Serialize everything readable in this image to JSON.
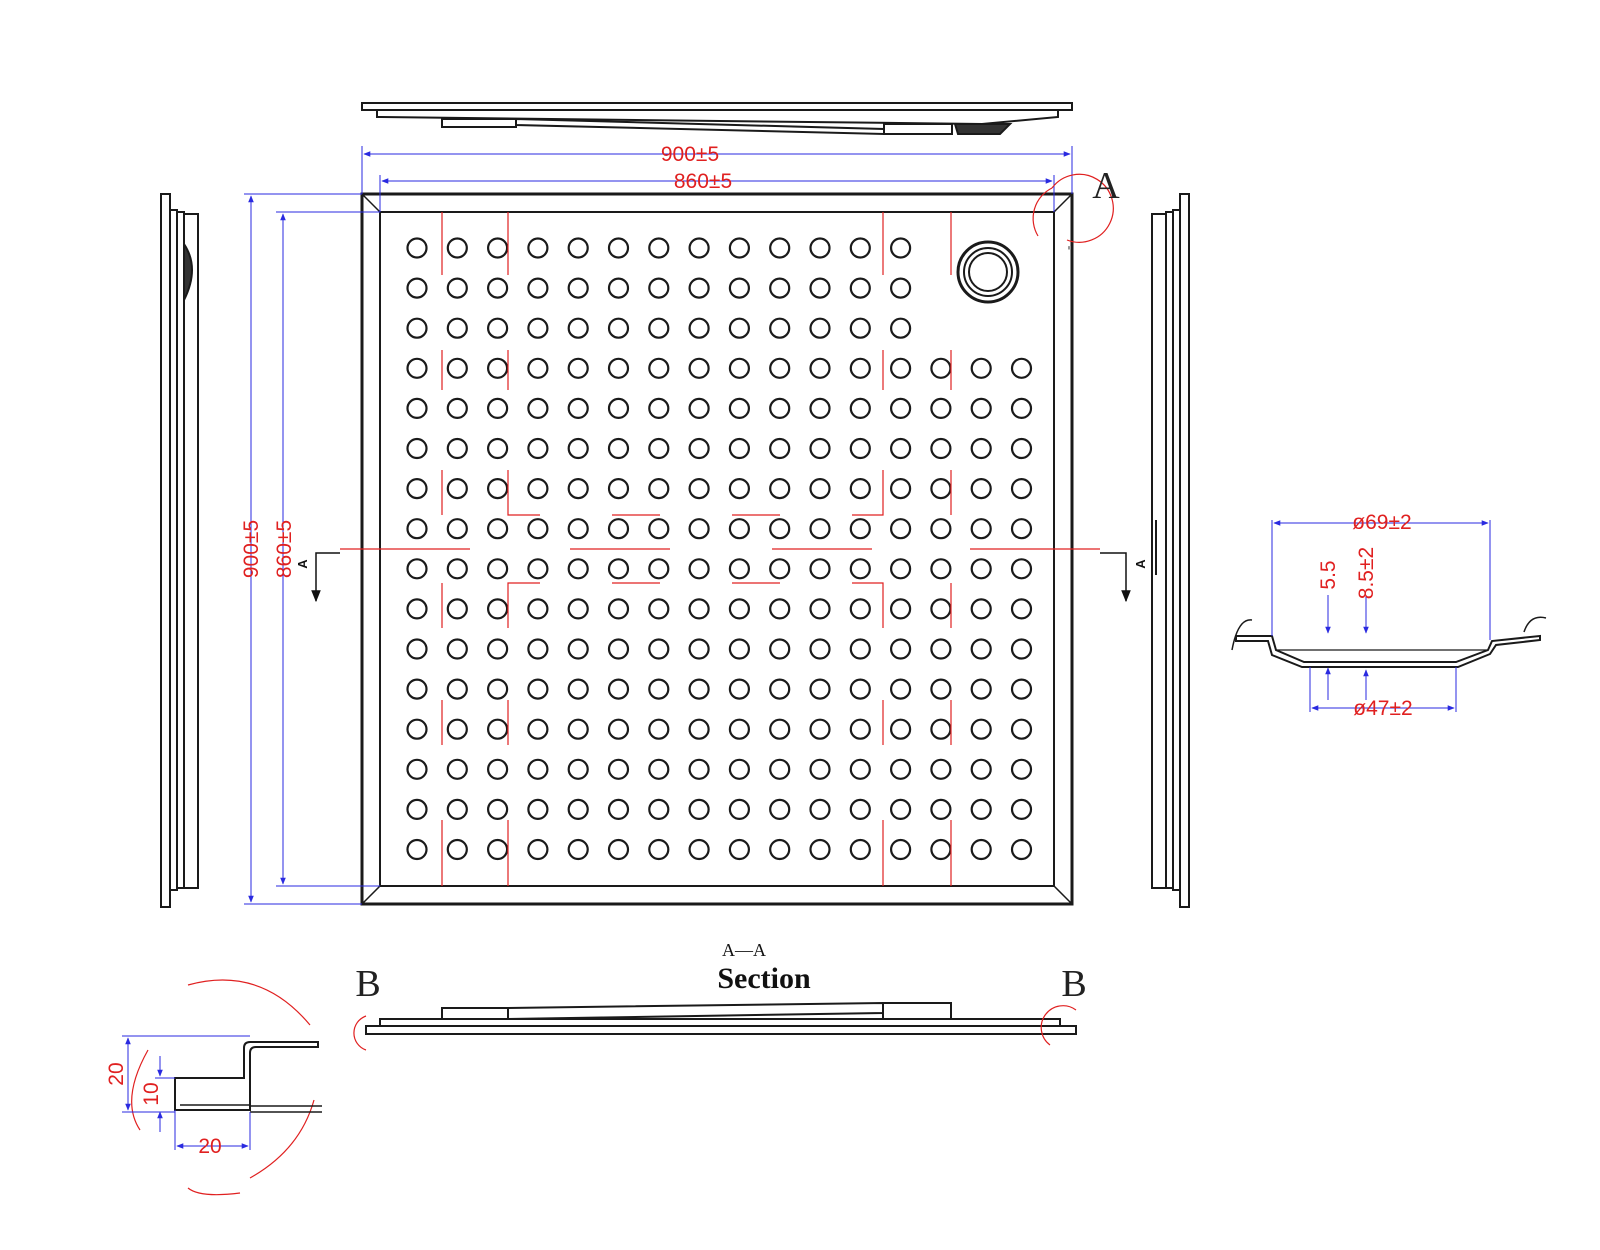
{
  "colors": {
    "outline": "#1a1a1a",
    "dimension_line": "#2a2ae0",
    "dimension_text": "#e02020",
    "center_mark": "#e02020",
    "detail_arc": "#e02020"
  },
  "dimensions": {
    "overall_width": "900±5",
    "inner_width": "860±5",
    "overall_height": "900±5",
    "inner_height": "860±5",
    "outlet_outer_diameter": "ø69±2",
    "outlet_inner_diameter": "ø47±2",
    "outlet_step_depth": "5.5",
    "outlet_total_depth": "8.5±2",
    "rim_height": "20",
    "inner_lip_height": "10",
    "rim_width": "20"
  },
  "labels": {
    "section_marker_left": "A",
    "section_marker_right": "A",
    "detail_marker_a": "A",
    "detail_marker_b_left": "B",
    "detail_marker_b_right": "B",
    "section_view_letters": "A—A",
    "section_view_title": "Section"
  },
  "grid_rows": [
    13,
    13,
    13,
    16,
    16,
    16,
    16,
    16,
    16,
    16,
    16,
    16,
    16,
    16,
    16,
    16
  ],
  "icons": {
    "drain": "drain-outlet-icon",
    "cut_arrow": "section-arrow-icon"
  }
}
